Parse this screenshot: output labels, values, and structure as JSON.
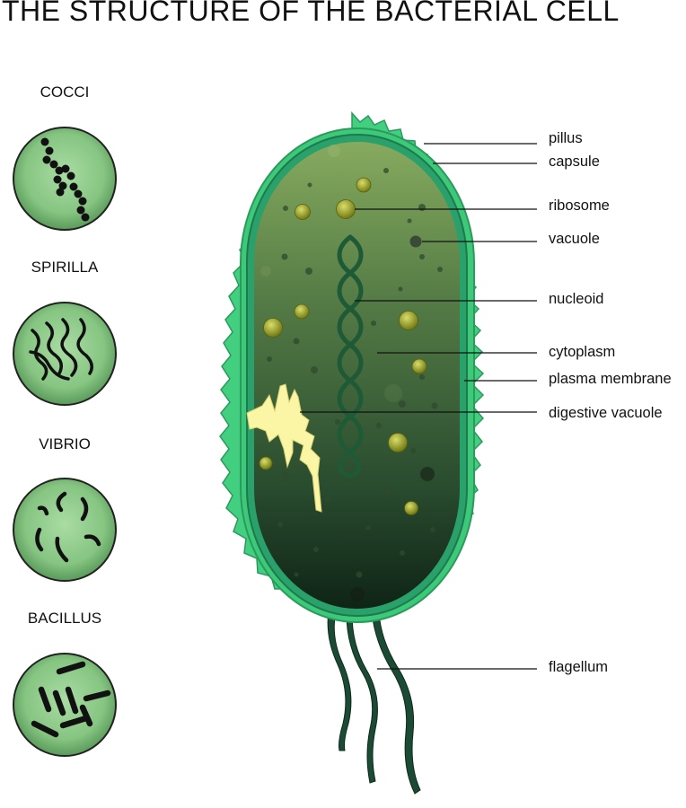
{
  "title": "THE STRUCTURE OF THE BACTERIAL CELL",
  "bacteria_types": [
    {
      "label": "COCCI",
      "icon": "cocci-icon"
    },
    {
      "label": "SPIRILLA",
      "icon": "spirilla-icon"
    },
    {
      "label": "VIBRIO",
      "icon": "vibrio-icon"
    },
    {
      "label": "BACILLUS",
      "icon": "bacillus-icon"
    }
  ],
  "parts": [
    {
      "label": "pillus"
    },
    {
      "label": "capsule"
    },
    {
      "label": "ribosome"
    },
    {
      "label": "vacuole"
    },
    {
      "label": "nucleoid"
    },
    {
      "label": "cytoplasm"
    },
    {
      "label": "plasma membrane"
    },
    {
      "label": "digestive vacuole"
    },
    {
      "label": "flagellum"
    }
  ],
  "colors": {
    "capsule": "#3ec97a",
    "membrane": "#2aa06a",
    "cytoplasm_top": "#7ea35a",
    "cytoplasm_bottom": "#16301d",
    "nucleoid": "#1f5a36",
    "ribosome": "#a4ae2e",
    "digestive_vacuole": "#fbf7a8",
    "flagellum": "#1b4a35",
    "circle_fill": "#8fcf8b"
  }
}
